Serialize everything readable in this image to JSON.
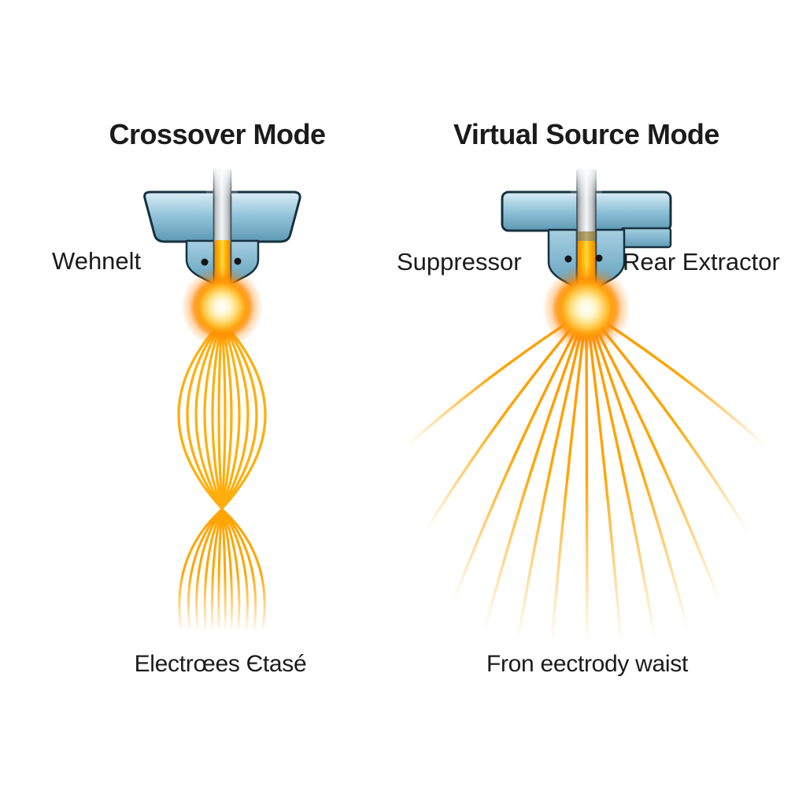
{
  "figure": {
    "type": "scientific-diagram",
    "subject": "Electron gun emission modes comparison"
  },
  "left_panel": {
    "title": "Crossover Mode",
    "electrode_label": "Wehnelt",
    "caption": "Electrœes Єtasé"
  },
  "right_panel": {
    "title": "Virtual Source Mode",
    "suppressor_label": "Suppressor",
    "extractor_label": "Rear Extractor",
    "caption": "Fron eectrody waist"
  },
  "colors": {
    "background": "#ffffff",
    "electrode_blue_light": "#c9e1ee",
    "electrode_blue_mid": "#8fc2d8",
    "electrode_blue_dark": "#5d98b2",
    "electrode_outline": "#16323f",
    "rod_gray": "#c0c5c7",
    "filament_orange": "#ffb400",
    "beam_orange": "#ffa500",
    "glow_core": "#ffffff",
    "text": "#1b1b1b"
  }
}
